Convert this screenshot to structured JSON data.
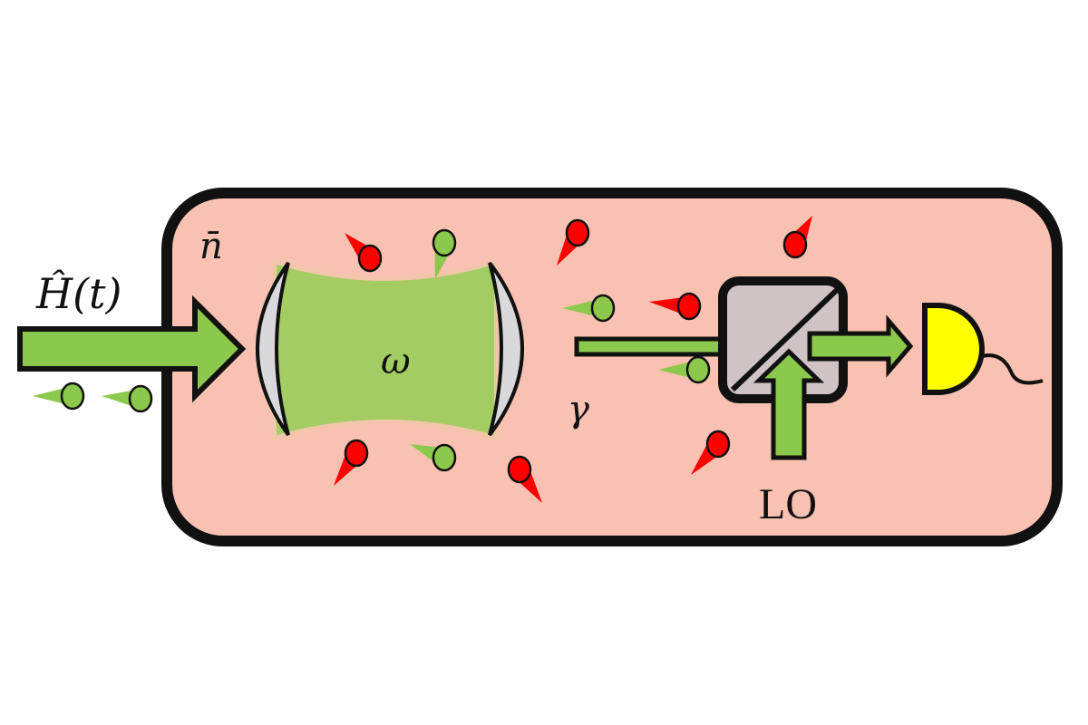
{
  "labels": {
    "hamiltonian": "Ĥ(t)",
    "thermal_occupation": "n̄",
    "cavity_frequency": "ω",
    "decay_rate": "γ",
    "local_oscillator": "LO"
  },
  "colors": {
    "environment_fill": "#f9c1b1",
    "outline": "#111111",
    "beam_green": "#8cc84b",
    "cavity_green": "#a3cc63",
    "mirror_gray": "#d9d9dc",
    "splitter_fill": "#cfc3c6",
    "detector_yellow": "#ffff00",
    "thermal_photon_red": "#ff0000",
    "signal_photon_green": "#8cc84b"
  }
}
